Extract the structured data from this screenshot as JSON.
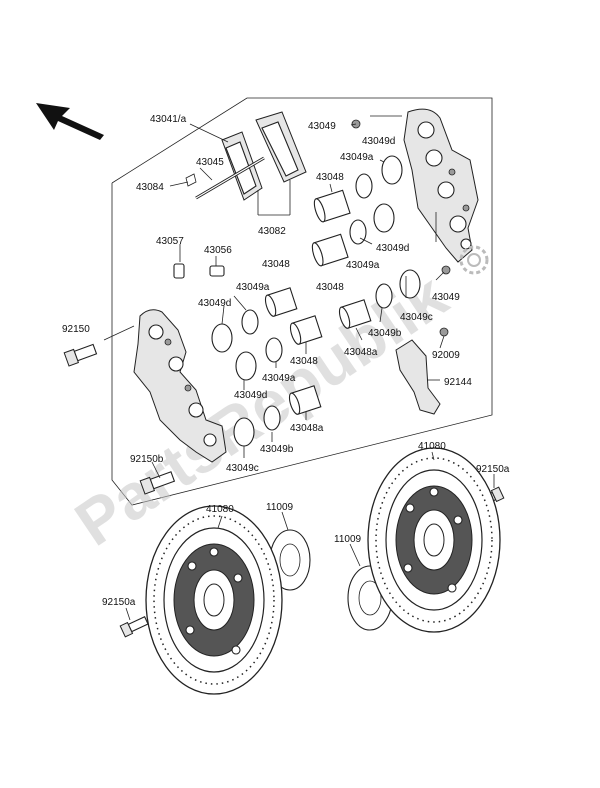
{
  "watermark": "PartsRepublik",
  "labels": {
    "l43041a": "43041/a",
    "l43049_top": "43049",
    "l43049d_top": "43049d",
    "l43049a_top": "43049a",
    "l43045": "43045",
    "l43084": "43084",
    "l43048_top": "43048",
    "l43082": "43082",
    "l43049d_r": "43049d",
    "l43049a_r": "43049a",
    "l43048_r": "43048",
    "l43049_r": "43049",
    "l43057": "43057",
    "l43056": "43056",
    "l43048_mid": "43048",
    "l43049a_l": "43049a",
    "l43049d_l": "43049d",
    "l43049c_r": "43049c",
    "l43049b_r": "43049b",
    "l43048a_r": "43048a",
    "l92009": "92009",
    "l92150": "92150",
    "l43048_low": "43048",
    "l43049a_low": "43049a",
    "l92144": "92144",
    "l43049d_low": "43049d",
    "l43048a_low": "43048a",
    "l43049b_low": "43049b",
    "l43049c_low": "43049c",
    "l92150b": "92150b",
    "l41080_r": "41080",
    "l92150a_r": "92150a",
    "l41080_l": "41080",
    "l11009_l": "11009",
    "l11009_r": "11009",
    "l92150a_l": "92150a"
  }
}
